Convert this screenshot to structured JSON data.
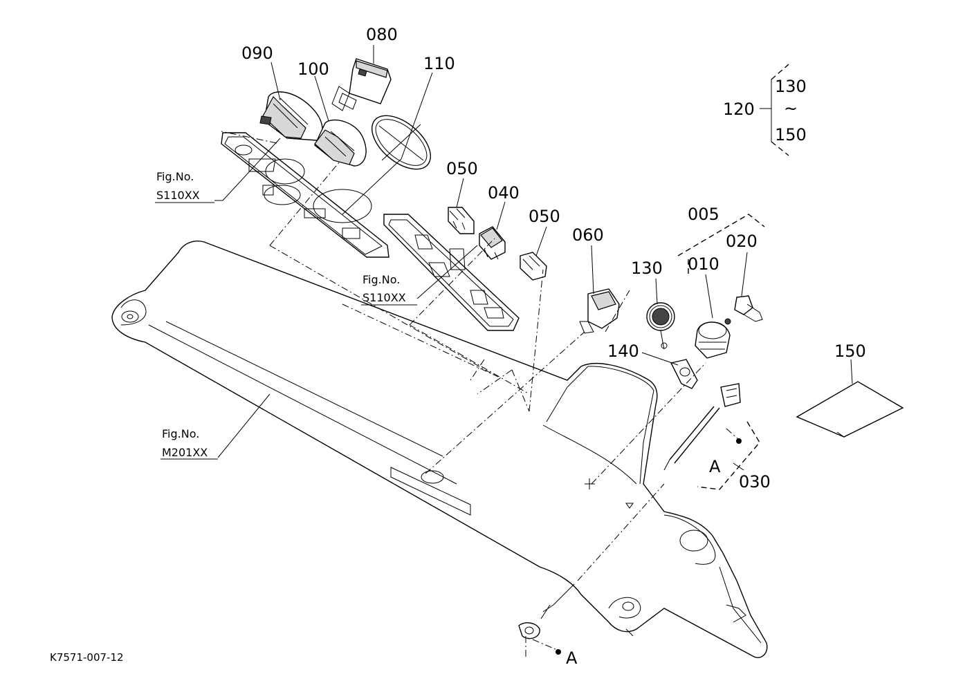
{
  "parts": {
    "p005": "005",
    "p010": "010",
    "p020": "020",
    "p030": "030",
    "p040": "040",
    "p050a": "050",
    "p050b": "050",
    "p060": "060",
    "p080": "080",
    "p090": "090",
    "p100": "100",
    "p110": "110",
    "p120": "120",
    "p130": "130",
    "p140": "140",
    "p150": "150"
  },
  "range": {
    "from": "130",
    "tilde": "~",
    "to": "150"
  },
  "refs": {
    "fig1_label": "Fig.No.",
    "fig1_code": "S110XX",
    "fig2_label": "Fig.No.",
    "fig2_code": "S110XX",
    "fig3_label": "Fig.No.",
    "fig3_code": "M201XX"
  },
  "markers": {
    "a_top": "A",
    "a_bottom": "A"
  },
  "drawing_code": "K7571-007-12"
}
